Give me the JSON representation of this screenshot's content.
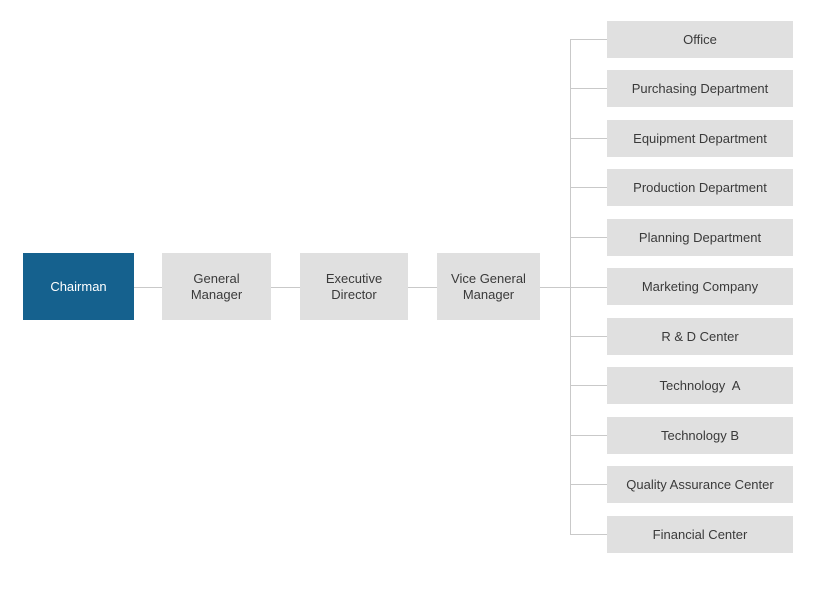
{
  "colors": {
    "accent": "#15618e",
    "chairman_text": "#ffffff",
    "node_fill": "#e0e0e0",
    "node_text": "#3a3a3a",
    "connector": "#c9c9c9"
  },
  "org_chart": {
    "chain": [
      {
        "label": "Chairman"
      },
      {
        "label": "General\nManager"
      },
      {
        "label": "Executive\nDirector"
      },
      {
        "label": "Vice General\nManager"
      }
    ],
    "departments": [
      {
        "label": "Office"
      },
      {
        "label": "Purchasing Department"
      },
      {
        "label": "Equipment Department"
      },
      {
        "label": "Production Department"
      },
      {
        "label": "Planning Department"
      },
      {
        "label": "Marketing Company"
      },
      {
        "label": "R & D Center"
      },
      {
        "label": "Technology  A"
      },
      {
        "label": "Technology B"
      },
      {
        "label": "Quality Assurance Center"
      },
      {
        "label": "Financial Center"
      }
    ]
  }
}
